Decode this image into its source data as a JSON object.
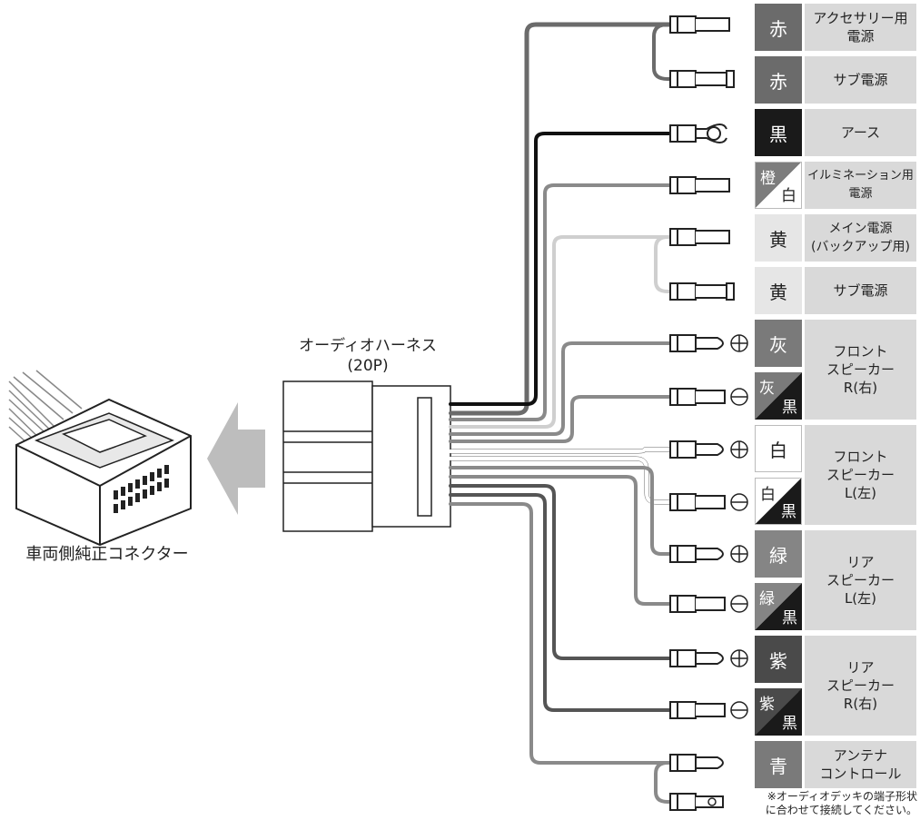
{
  "harness": {
    "title": "オーディオハーネス\n(20P)"
  },
  "connector": {
    "label": "車両側純正コネクター"
  },
  "colors": {
    "red": "#6b6b6b",
    "black": "#1a1a1a",
    "orange": "#7d7d7d",
    "yellow": "#f2f2f2",
    "gray": "#7a7a7a",
    "white": "#ffffff",
    "green": "#858585",
    "purple": "#4a4a4a",
    "blue": "#7a7a7a",
    "label_bg": "#d9d9d9"
  },
  "rows": [
    {
      "color_main": "赤",
      "color_sub": "",
      "terminal": "flag"
    },
    {
      "color_main": "赤",
      "color_sub": "",
      "terminal": "spade"
    },
    {
      "color_main": "黒",
      "color_sub": "",
      "terminal": "fork"
    },
    {
      "color_main": "橙",
      "color_sub": "白",
      "terminal": "flag"
    },
    {
      "color_main": "黄",
      "color_sub": "",
      "terminal": "flag"
    },
    {
      "color_main": "黄",
      "color_sub": "",
      "terminal": "spade"
    },
    {
      "color_main": "灰",
      "color_sub": "",
      "terminal": "bullet",
      "polarity": "⊕"
    },
    {
      "color_main": "灰",
      "color_sub": "黒",
      "terminal": "flag",
      "polarity": "⊖"
    },
    {
      "color_main": "白",
      "color_sub": "",
      "terminal": "bullet",
      "polarity": "⊕"
    },
    {
      "color_main": "白",
      "color_sub": "黒",
      "terminal": "flag",
      "polarity": "⊖"
    },
    {
      "color_main": "緑",
      "color_sub": "",
      "terminal": "bullet",
      "polarity": "⊕"
    },
    {
      "color_main": "緑",
      "color_sub": "黒",
      "terminal": "flag",
      "polarity": "⊖"
    },
    {
      "color_main": "紫",
      "color_sub": "",
      "terminal": "bullet",
      "polarity": "⊕"
    },
    {
      "color_main": "紫",
      "color_sub": "黒",
      "terminal": "flag",
      "polarity": "⊖"
    },
    {
      "color_main": "青",
      "color_sub": "",
      "terminal": "bullet"
    }
  ],
  "labels": [
    "アクセサリー用\n電源",
    "サブ電源",
    "アース",
    "イルミネーション用\n電源",
    "メイン電源\n(バックアップ用)",
    "サブ電源",
    "フロント\nスピーカー\nR(右)",
    "フロント\nスピーカー\nL(左)",
    "リア\nスピーカー\nL(左)",
    "リア\nスピーカー\nR(右)",
    "アンテナ\nコントロール"
  ],
  "note": "※オーディオデッキの端子形状\nに合わせて接続してください。"
}
